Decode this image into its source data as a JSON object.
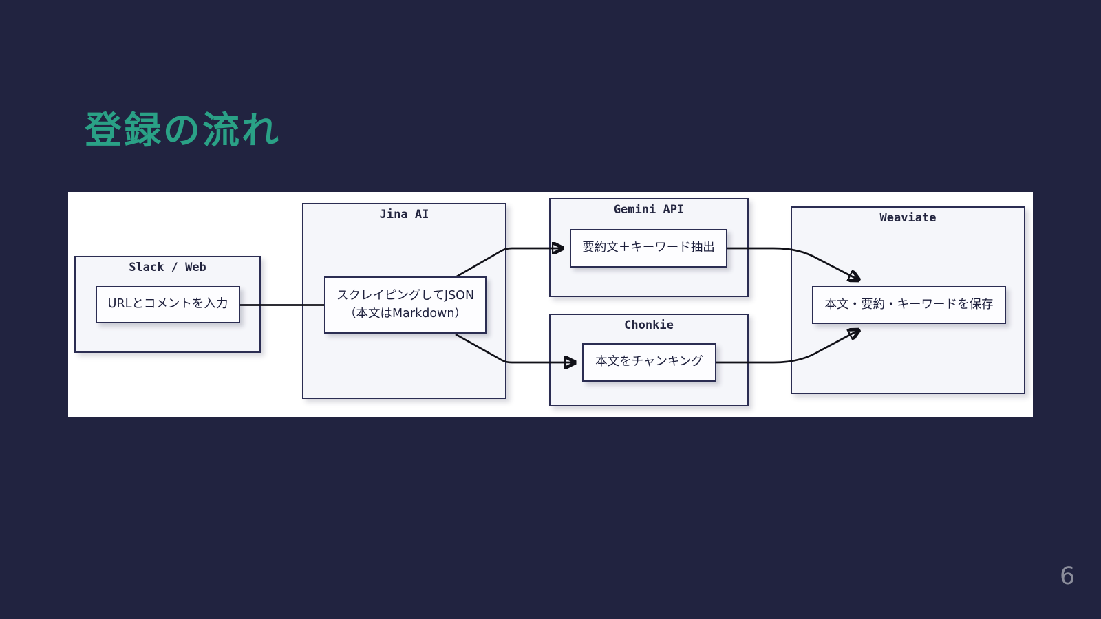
{
  "slide": {
    "title": "登録の流れ",
    "page_number": "6"
  },
  "colors": {
    "background": "#212340",
    "title_green": "#2aa186",
    "panel_white": "#ffffff",
    "container_fill": "#f5f6fa",
    "node_fill": "#fdfdff",
    "border_navy": "#2b2d52",
    "arrow_black": "#111118",
    "page_number_gray": "#8b8d9b"
  },
  "diagram": {
    "containers": [
      {
        "label": "Slack / Web",
        "nodes": [
          {
            "text": "URLとコメントを入力"
          }
        ]
      },
      {
        "label": "Jina AI",
        "nodes": [
          {
            "text_line1": "スクレイピングしてJSON",
            "text_line2": "（本文はMarkdown）"
          }
        ]
      },
      {
        "label": "Gemini API",
        "nodes": [
          {
            "text": "要約文＋キーワード抽出"
          }
        ]
      },
      {
        "label": "Chonkie",
        "nodes": [
          {
            "text": "本文をチャンキング"
          }
        ]
      },
      {
        "label": "Weaviate",
        "nodes": [
          {
            "text": "本文・要約・キーワードを保存"
          }
        ]
      }
    ],
    "edges": [
      {
        "from": "URLとコメントを入力",
        "to": "スクレイピングしてJSON（本文はMarkdown）"
      },
      {
        "from": "スクレイピングしてJSON（本文はMarkdown）",
        "to": "要約文＋キーワード抽出"
      },
      {
        "from": "スクレイピングしてJSON（本文はMarkdown）",
        "to": "本文をチャンキング"
      },
      {
        "from": "要約文＋キーワード抽出",
        "to": "本文・要約・キーワードを保存"
      },
      {
        "from": "本文をチャンキング",
        "to": "本文・要約・キーワードを保存"
      }
    ]
  }
}
